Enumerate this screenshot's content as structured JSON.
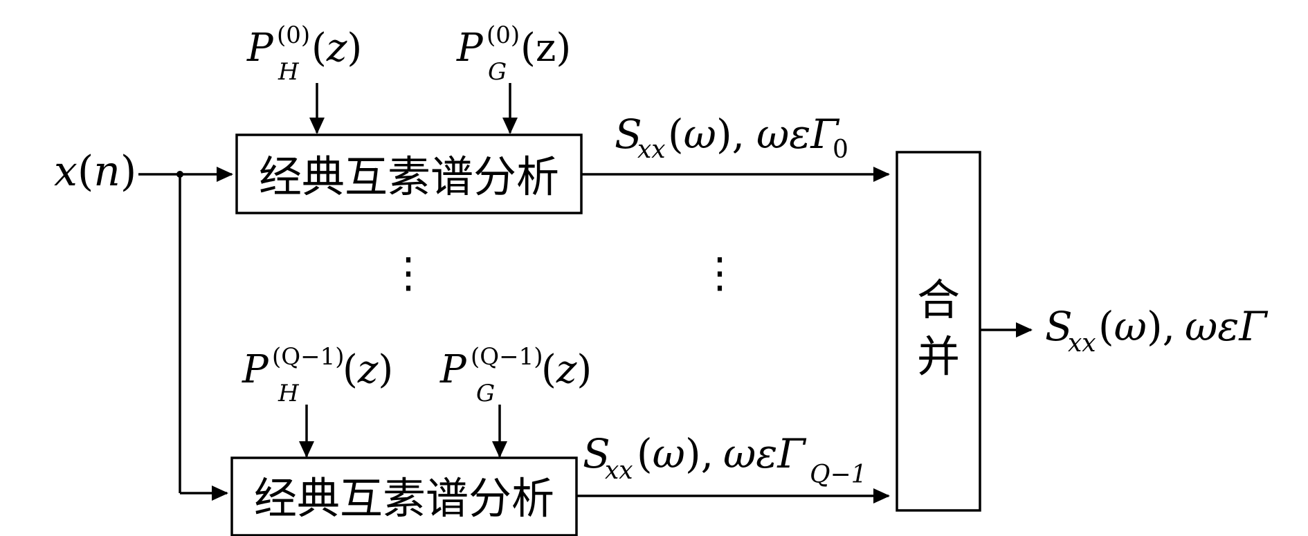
{
  "input": {
    "x": "x",
    "n": "n"
  },
  "blocks": {
    "top_label": "经典互素谱分析",
    "bottom_label": "经典互素谱分析",
    "merge_char_1": "合",
    "merge_char_2": "并"
  },
  "top_params": {
    "P": "P",
    "H_sub": "H",
    "H_sup": "(0)",
    "G_sub": "G",
    "G_sup": "(0)",
    "arg_H": "(z)",
    "arg_G": "(z)"
  },
  "bottom_params": {
    "P": "P",
    "H_sub": "H",
    "H_sup": "(Q−1)",
    "G_sub": "G",
    "G_sup": "(Q−1)",
    "arg_H": "(z)",
    "arg_G": "(z)"
  },
  "outputs": {
    "S": "S",
    "xx": "xx",
    "omega_arg": "(ω),",
    "omega": "ω",
    "eps": "ε",
    "Gamma": "Γ",
    "top_sub": "0",
    "bottom_sub": "Q−1",
    "final_label_suffix": ""
  },
  "ellipsis": "⋮"
}
